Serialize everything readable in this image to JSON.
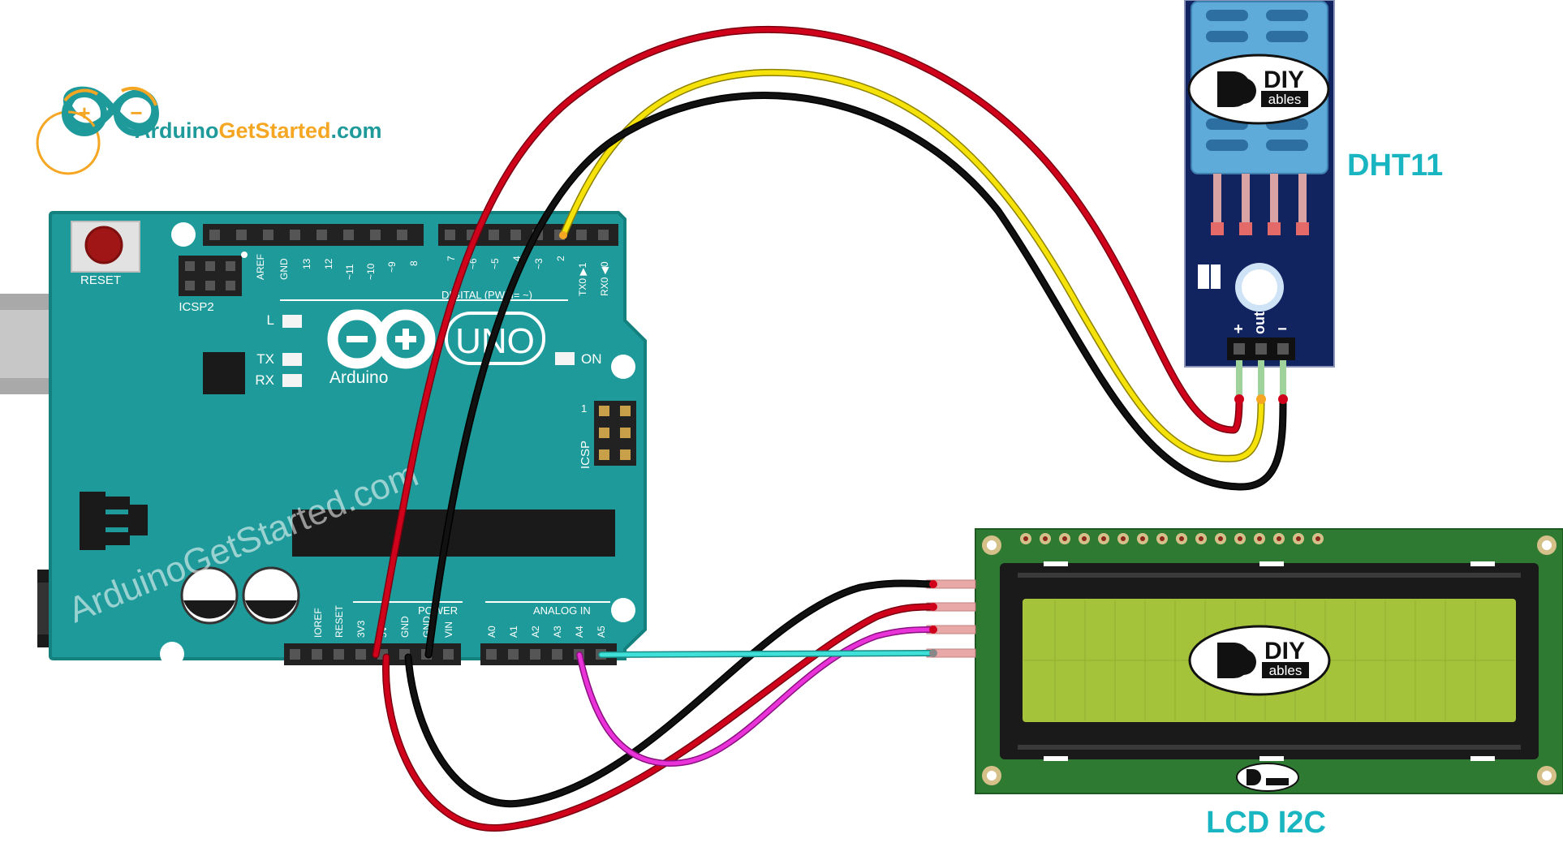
{
  "logo": {
    "brand_part1": "Arduino",
    "brand_part2": "GetStarted",
    "brand_part3": ".com"
  },
  "watermark": {
    "text": "ArduinoGetStarted.com"
  },
  "arduino": {
    "model": "UNO",
    "brand": "Arduino",
    "reset_label": "RESET",
    "icsp2_label": "ICSP2",
    "icsp_label": "ICSP",
    "icsp_pin1": "1",
    "led_l": "L",
    "led_tx": "TX",
    "led_rx": "RX",
    "led_on": "ON",
    "digital_header": "DIGITAL (PWM= ~)",
    "analog_header": "ANALOG IN",
    "power_header": "POWER",
    "digital_pins_left": [
      "AREF",
      "GND",
      "13",
      "12",
      "~11",
      "~10",
      "~9",
      "8"
    ],
    "digital_pins_right": [
      "7",
      "~6",
      "~5",
      "4",
      "~3",
      "2",
      "TX0 ▶1",
      "RX0 ◀0"
    ],
    "power_pins": [
      "IOREF",
      "RESET",
      "3V3",
      "5V",
      "GND",
      "GND",
      "VIN"
    ],
    "analog_pins": [
      "A0",
      "A1",
      "A2",
      "A3",
      "A4",
      "A5"
    ]
  },
  "dht11": {
    "label": "DHT11",
    "pin_labels": [
      "+",
      "out",
      "−"
    ],
    "badge_top": "DIY",
    "badge_bottom": "ables"
  },
  "lcd": {
    "label": "LCD I2C",
    "badge_top": "DIY",
    "badge_bottom": "ables"
  },
  "colors": {
    "board": "#1f9a9a",
    "board_edge": "#14817f",
    "label_accent": "#19b6c2",
    "dht_body": "#12245f",
    "dht_sensor": "#5eaad9",
    "lcd_pcb": "#2f7a32",
    "lcd_screen": "#a4c23a",
    "wire_red": "#d0021b",
    "wire_yellow": "#f5e20a",
    "wire_black": "#111111",
    "wire_magenta": "#e933d8",
    "wire_cyan": "#3fe0d8"
  }
}
